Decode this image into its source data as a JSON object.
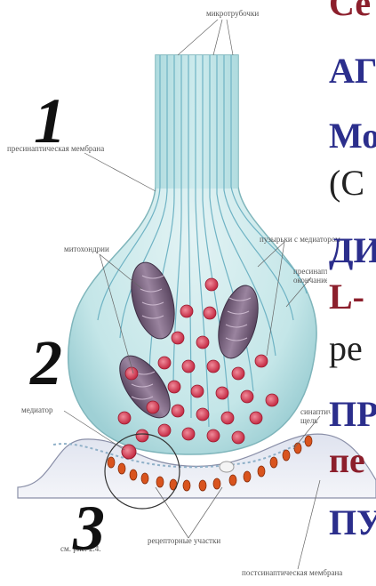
{
  "labels": {
    "microtubules": "микротрубочки",
    "presynaptic_membrane": "пресинаптическая мембрана",
    "mitochondria": "митохондрии",
    "vesicles": "пузырьки с медиатором",
    "terminal": "пресинаптическое окончание",
    "mediator": "медиатор",
    "cleft": "синаптическая щель",
    "receptor_sites": "рецепторные участки",
    "postsynaptic_membrane": "постсинаптическая мембрана",
    "figure_ref": "см. рис. 2.4."
  },
  "numbers": {
    "n1": "1",
    "n2": "2",
    "n3": "3"
  },
  "right_text": [
    {
      "text": "Се",
      "color": "#8c1f2c"
    },
    {
      "text": "АГ",
      "color": "#2b2e8c"
    },
    {
      "text": "Мо",
      "color": "#2b2e8c"
    },
    {
      "text": "(С",
      "color": "#222222"
    },
    {
      "text": "ДИ",
      "color": "#2b2e8c"
    },
    {
      "text": "L-",
      "color": "#8c1f2c"
    },
    {
      "text": "ре",
      "color": "#222222"
    },
    {
      "text": "ПР",
      "color": "#2b2e8c"
    },
    {
      "text": "пе",
      "color": "#8c1f2c"
    },
    {
      "text": "ПУ",
      "color": "#2b2e8c"
    }
  ]
}
